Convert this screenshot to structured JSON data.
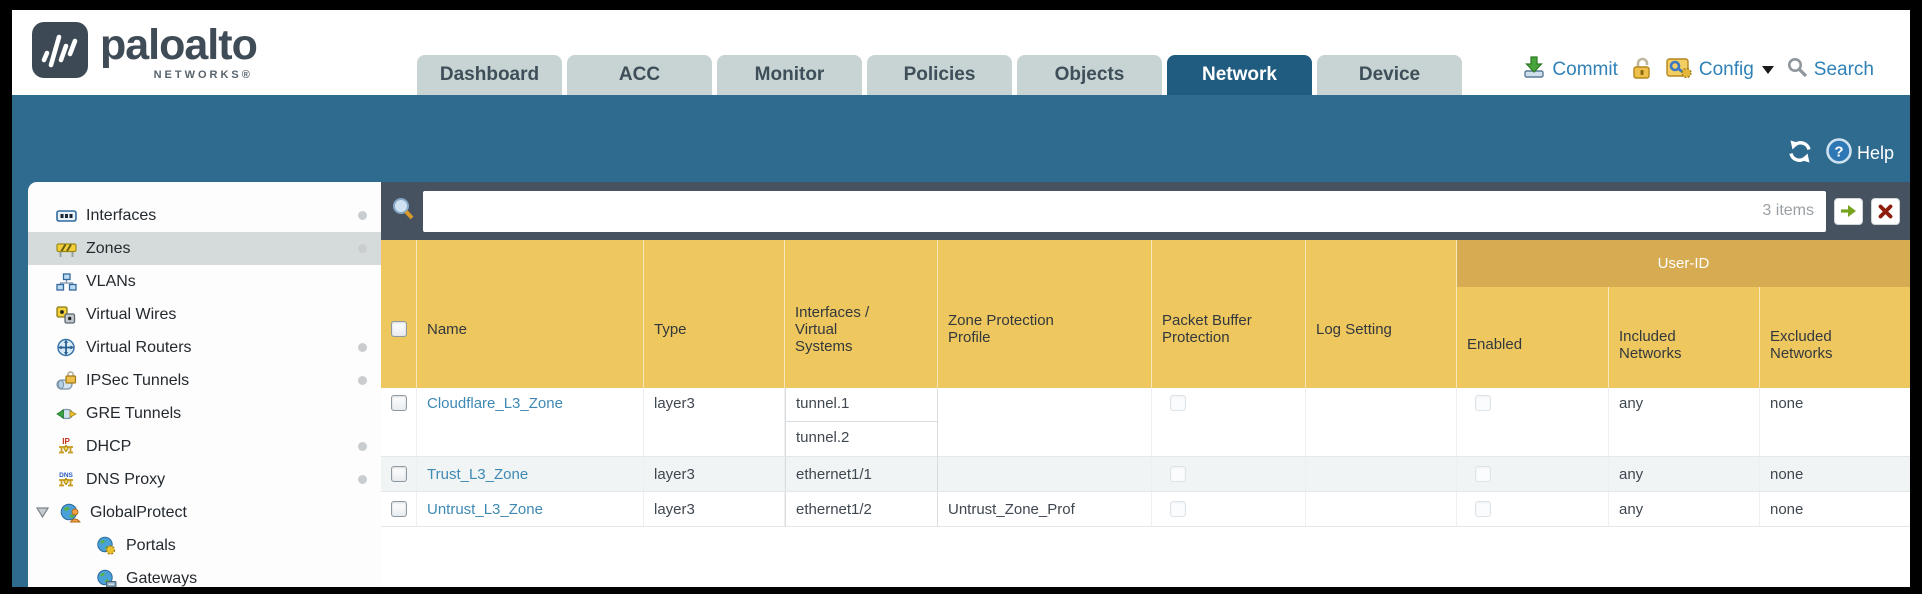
{
  "header": {
    "brand": {
      "name": "paloalto",
      "subtitle": "NETWORKS®"
    },
    "tabs": [
      {
        "label": "Dashboard",
        "active": false
      },
      {
        "label": "ACC",
        "active": false
      },
      {
        "label": "Monitor",
        "active": false
      },
      {
        "label": "Policies",
        "active": false
      },
      {
        "label": "Objects",
        "active": false
      },
      {
        "label": "Network",
        "active": true
      },
      {
        "label": "Device",
        "active": false
      }
    ],
    "actions": {
      "commit": "Commit",
      "config": "Config",
      "search": "Search"
    }
  },
  "toolbar": {
    "help": "Help"
  },
  "sidebar": {
    "items": [
      {
        "label": "Interfaces",
        "has_dot": true
      },
      {
        "label": "Zones",
        "has_dot": true,
        "selected": true
      },
      {
        "label": "VLANs",
        "has_dot": false
      },
      {
        "label": "Virtual Wires",
        "has_dot": false
      },
      {
        "label": "Virtual Routers",
        "has_dot": true
      },
      {
        "label": "IPSec Tunnels",
        "has_dot": true
      },
      {
        "label": "GRE Tunnels",
        "has_dot": false
      },
      {
        "label": "DHCP",
        "has_dot": true
      },
      {
        "label": "DNS Proxy",
        "has_dot": true
      },
      {
        "label": "GlobalProtect",
        "has_dot": false,
        "expanded": true
      },
      {
        "label": "Portals",
        "has_dot": false,
        "child": true
      },
      {
        "label": "Gateways",
        "has_dot": false,
        "child": true
      }
    ]
  },
  "filter": {
    "value": "",
    "count": "3 items"
  },
  "table": {
    "columns": {
      "name": "Name",
      "type": "Type",
      "interfaces": "Interfaces / Virtual Systems",
      "zone_protection_profile": "Zone Protection Profile",
      "packet_buffer_protection": "Packet Buffer Protection",
      "log_setting": "Log Setting",
      "user_id": "User-ID",
      "enabled": "Enabled",
      "included_networks": "Included Networks",
      "excluded_networks": "Excluded Networks"
    },
    "rows": [
      {
        "name": "Cloudflare_L3_Zone",
        "type": "layer3",
        "interfaces": [
          "tunnel.1",
          "tunnel.2"
        ],
        "zone_protection_profile": "",
        "log_setting": "",
        "included_networks": "any",
        "excluded_networks": "none"
      },
      {
        "name": "Trust_L3_Zone",
        "type": "layer3",
        "interfaces": [
          "ethernet1/1"
        ],
        "zone_protection_profile": "",
        "log_setting": "",
        "included_networks": "any",
        "excluded_networks": "none"
      },
      {
        "name": "Untrust_L3_Zone",
        "type": "layer3",
        "interfaces": [
          "ethernet1/2"
        ],
        "zone_protection_profile": "Untrust_Zone_Prof",
        "log_setting": "",
        "included_networks": "any",
        "excluded_networks": "none"
      }
    ]
  },
  "colors": {
    "teal": "#2e6b8e",
    "slate": "#475260",
    "gold": "#eec75f",
    "gold_dark": "#d6ab51",
    "active_tab": "#1f5c80",
    "tab_inactive": "#c8d3d3",
    "link_blue": "#3e89b3",
    "action_blue": "#2f81b7"
  }
}
